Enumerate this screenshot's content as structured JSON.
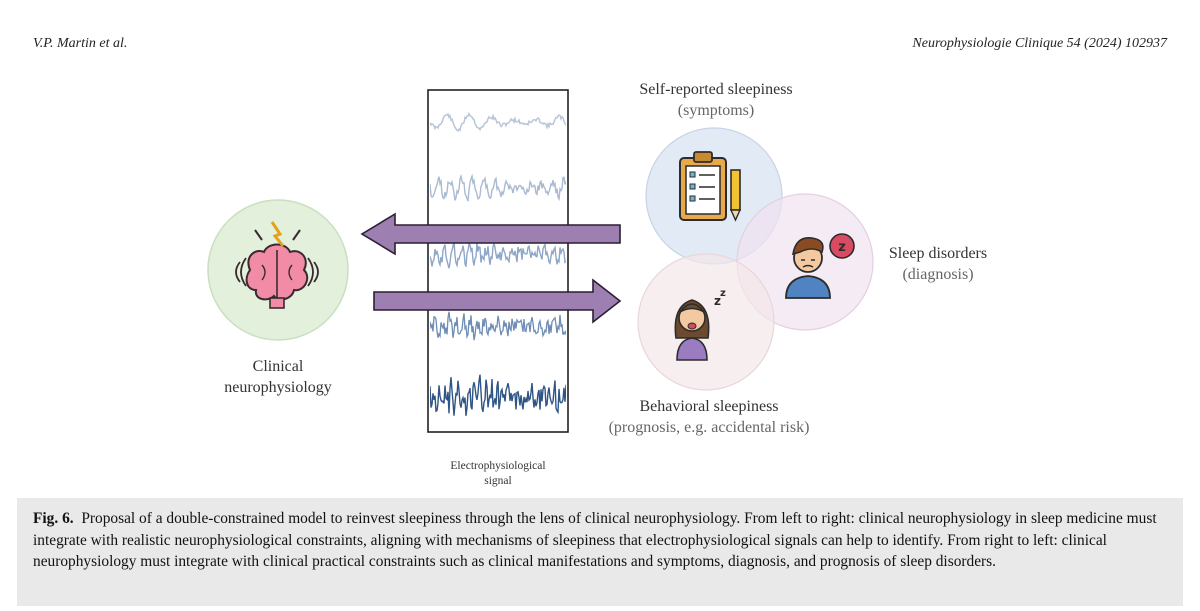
{
  "header": {
    "authors": "V.P. Martin et al.",
    "journal": "Neurophysiologie Clinique 54 (2024) 102937"
  },
  "figure": {
    "left_circle_label_line1": "Clinical",
    "left_circle_label_line2": "neurophysiology",
    "signal_label_line1": "Electrophysiological",
    "signal_label_line2": "signal",
    "self_reported_title": "Self-reported sleepiness",
    "self_reported_sub": "(symptoms)",
    "sleep_disorders_title": "Sleep disorders",
    "sleep_disorders_sub": "(diagnosis)",
    "behavioral_title": "Behavioral sleepiness",
    "behavioral_sub": "(prognosis, e.g. accidental risk)",
    "icons": [
      "brain-icon",
      "clipboard-icon",
      "pencil-icon",
      "sleepy-boy-icon",
      "yawning-woman-icon"
    ],
    "colors": {
      "arrow": "#9d7fb2",
      "arrow_stroke": "#2b1f33",
      "left_circle": "#e3f0dc",
      "self_reported_circle": "#dde6f3",
      "sleep_disorders_circle": "#f1e3ef",
      "behavioral_circle": "#f4e7ea"
    }
  },
  "caption": {
    "label": "Fig. 6.",
    "text": "Proposal of a double-constrained model to reinvest sleepiness through the lens of clinical neurophysiology. From left to right: clinical neurophysiology in sleep medicine must integrate with realistic neurophysiological constraints, aligning with mechanisms of sleepiness that electrophysiological signals can help to identify. From right to left: clinical neurophysiology must integrate with clinical practical constraints such as clinical manifestations and symptoms, diagnosis, and prognosis of sleep disorders."
  }
}
